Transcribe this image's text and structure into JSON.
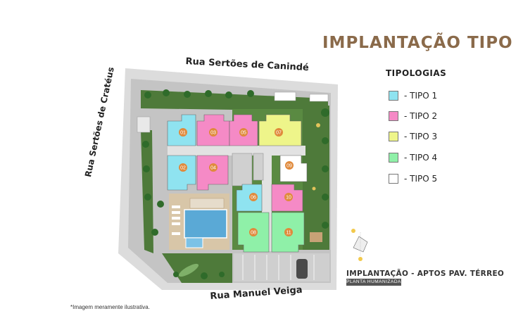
{
  "title": "IMPLANTAÇÃO TIPO",
  "legend": {
    "heading": "TIPOLOGIAS",
    "items": [
      {
        "label": "- TIPO 1",
        "color": "#8fe3f0"
      },
      {
        "label": "- TIPO 2",
        "color": "#f58ac6"
      },
      {
        "label": "- TIPO 3",
        "color": "#eef58a"
      },
      {
        "label": "- TIPO 4",
        "color": "#8ff0a8"
      },
      {
        "label": "- TIPO 5",
        "color": "#ffffff"
      }
    ]
  },
  "streets": {
    "top": "Rua Sertões de Canindé",
    "left": "Rua Sertões de Cratéus",
    "bottom": "Rua Manuel Veiga"
  },
  "units": [
    {
      "num": "01",
      "tipo": 1
    },
    {
      "num": "02",
      "tipo": 1
    },
    {
      "num": "03",
      "tipo": 2
    },
    {
      "num": "04",
      "tipo": 2
    },
    {
      "num": "05",
      "tipo": 2
    },
    {
      "num": "06",
      "tipo": 1
    },
    {
      "num": "07",
      "tipo": 3
    },
    {
      "num": "08",
      "tipo": 4
    },
    {
      "num": "09",
      "tipo": 5
    },
    {
      "num": "10",
      "tipo": 2
    },
    {
      "num": "11",
      "tipo": 4
    }
  ],
  "subtitle": {
    "title": "IMPLANTAÇÃO - APTOS PAV. TÉRREO",
    "badge": "PLANTA HUMANIZADA"
  },
  "footnote": "*Imagem  meramente ilustrativa.",
  "colors": {
    "title": "#8a6a4a",
    "grass": "#4e7a3a",
    "paving": "#bdbdbd",
    "pool": "#5aa9d6",
    "unit_marker": "#e08a3c"
  }
}
